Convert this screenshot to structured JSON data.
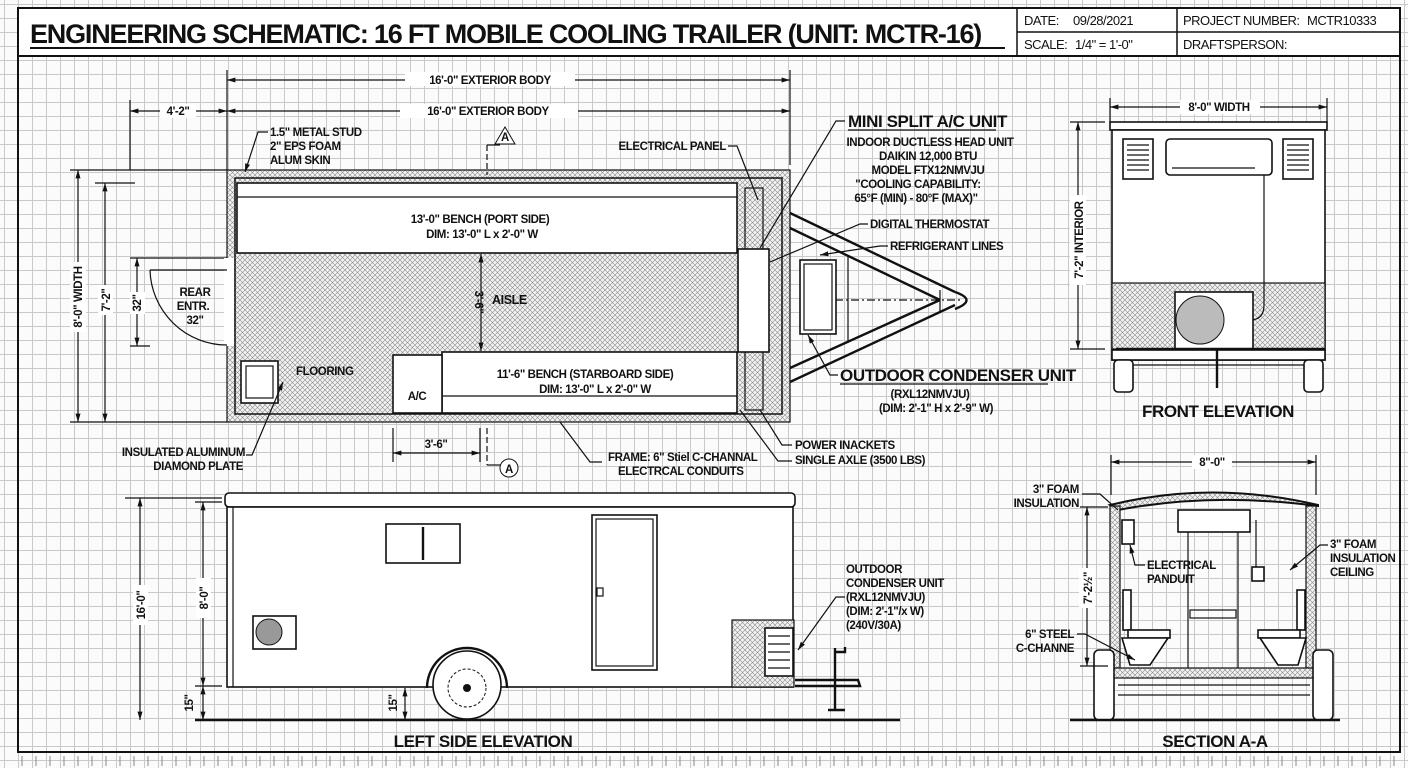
{
  "title_block": {
    "title": "ENGINEERING SCHEMATIC: 16 FT MOBILE COOLING TRAILER (UNIT: MCTR-16)",
    "date_label": "DATE:",
    "date": "09/28/2021",
    "project_number_label": "PROJECT NUMBER:",
    "project_number": "MCTR10333",
    "scale_label": "SCALE:",
    "scale": "1/4\" = 1'-0\"",
    "draftsperson_label": "DRAFTSPERSON:"
  },
  "plan_view": {
    "dim_exterior_body_1": "16'-0\" EXTERIOR BODY",
    "dim_exterior_body_2": "16'-0\" EXTERIOR BODY",
    "dim_rear_offset": "4'-2\"",
    "dim_width": "8'-0\" WIDTH",
    "dim_interior": "7'-2\"",
    "dim_door": "32\"",
    "dim_aisle": "3'-6\"",
    "dim_ac_offset": "3'-6\"",
    "section_marker": "A",
    "wall_spec": [
      "1.5\" METAL STUD",
      "2\" EPS FOAM",
      "ALUM SKIN"
    ],
    "port_bench": [
      "13'-0\" BENCH (PORT SIDE)",
      "DIM: 13'-0\" L x 2'-0\" W"
    ],
    "starboard_bench": [
      "11'-6\" BENCH (STARBOARD SIDE)",
      "DIM: 13'-0\" L x 2'-0\" W"
    ],
    "aisle": "AISLE",
    "rear_entry": [
      "REAR",
      "ENTR.",
      "32\""
    ],
    "flooring": "FLOORING",
    "ac_box": "A/C",
    "floor_plate": [
      "INSULATED ALUMINUM",
      "DIAMOND PLATE"
    ],
    "frame": [
      "FRAME: 6\" Stiel C-CHANNAL",
      "ELECTRCAL CONDUITS"
    ],
    "power_axle": [
      "POWER INACKETS",
      "SINGLE AXLE (3500 LBS)"
    ],
    "electrical_panel": "ELECTRICAL PANEL",
    "mini_split_title": "MINI SPLIT A/C UNIT",
    "mini_split_details": [
      "INDOOR DUCTLESS HEAD UNIT",
      "DAIKIN 12,000 BTU",
      "MODEL FTX12NMVJU",
      "\"COOLING CAPABILITY:",
      "65°F (MIN) - 80°F (MAX)\""
    ],
    "digital_thermostat": "DIGITAL THERMOSTAT",
    "refrigerant_lines": "REFRIGERANT LINES",
    "outdoor_condenser_title": "OUTDOOR CONDENSER UNIT",
    "outdoor_condenser_details": [
      "(RXL12NMVJU)",
      "(DIM: 2'-1\" H x 2'-9\" W)"
    ]
  },
  "front_elevation": {
    "title": "FRONT ELEVATION",
    "dim_width": "8'-0\" WIDTH",
    "dim_interior": "7'-2\" INTERIOR"
  },
  "side_elevation": {
    "title": "LEFT SIDE ELEVATION",
    "dim_overall": "16'-0\"",
    "dim_body": "8'-0\"",
    "dim_ground_1": "15\"",
    "dim_ground_2": "15\"",
    "condenser_note": [
      "OUTDOOR",
      "CONDENSER UNIT",
      "(RXL12NMVJU)",
      "(DIM: 2'-1\"/x W)",
      "(240V/30A)"
    ]
  },
  "section_aa": {
    "title": "SECTION A-A",
    "dim_width": "8\"-0\"",
    "dim_height": "7'-2½\"",
    "foam_insulation": [
      "3\" FOAM",
      "INSULATION"
    ],
    "foam_ceiling": [
      "3\" FOAM",
      "INSULATION",
      "CEILING"
    ],
    "electrical_panduit": [
      "ELECTRICAL",
      "PANDUIT"
    ],
    "steel_channel": [
      "6\" STEEL",
      "C-CHANNE"
    ]
  }
}
